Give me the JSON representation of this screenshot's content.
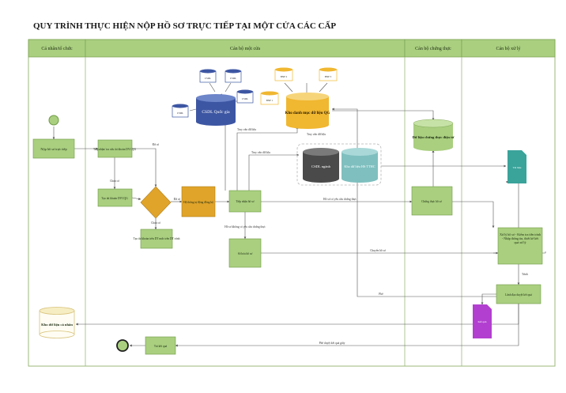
{
  "title": "QUY TRÌNH THỰC HIỆN NỘP HỒ SƠ TRỰC TIẾP TẠI MỘT CỬA CÁC CẤP",
  "lanes": [
    "Cá nhân/tổ chức",
    "Cán bộ một cửa",
    "Cán bộ chứng thực",
    "Cán bộ xử lý"
  ],
  "nodes": {
    "submit": "Nộp hồ sơ trực tiếp",
    "check_account": "Tiếp nhận/ tra cứu tài khoản DVCQG",
    "create_account": "Tạo tài khoản DVCQG",
    "citizen_gov": "Tạo tài khoản trên DT mức trên DT trình",
    "system_sync": "Hệ thống tự động đồng bộ",
    "receive": "Tiếp nhận hồ sơ",
    "digitize": "Số hóa hồ sơ",
    "csdl_qg": "CSDL Quốc gia",
    "kho_qg": "Kho danh mục dữ liệu QG",
    "csdl_nganh": "CSDL ngành",
    "kho_tthc": "Kho dữ liệu HS TTHC",
    "certified_data": "Dữ liệu chứng thực điện tử",
    "certify": "Chứng thực hồ sơ",
    "process": "Xử lý hồ sơ - Kiểm tra tiền trình - Nhập thông tin, thiết kế kết quả xử lý",
    "approve": "Lãnh đạo duyệt kết quả",
    "result_doc": "Kết quả",
    "personal_store": "Kho dữ liệu cá nhân",
    "return": "Trả kết quả",
    "doc_output": "Tài liệu",
    "db_a": "CSDL",
    "db_b": "CSDL",
    "db_c": "CSDL",
    "db_d": "CSDL",
    "bnp1": "BNP 1",
    "bnp2": "BNP 2",
    "bnp3": "BNP 3"
  },
  "edges": {
    "e1": "Đã có",
    "e2": "Chưa có",
    "e3": "Đã có",
    "e4": "Có",
    "e5": "Truy vấn dữ liệu",
    "e6": "Truy vấn dữ liệu",
    "e7": "Truy vấn dữ liệu",
    "e8": "Hồ sơ có yêu cầu chứng thực",
    "e9": "Hồ sơ không có yêu cầu chứng thực",
    "e10": "Chuyển hồ sơ",
    "e11": "Trình",
    "e12": "Phê",
    "e13": "Phê duyệt kết quả giấy"
  },
  "colors": {
    "box_fill": "#a9cf7f",
    "box_stroke": "#6f9a45",
    "decision": "#e1a42a",
    "db_orange": "#f0b730",
    "db_blue": "#3d56a3",
    "db_grey": "#4a4a4a",
    "db_teal": "#7fbfbf",
    "doc_teal": "#3aa39a",
    "doc_purple": "#b23fd0",
    "lane_header": "#a9cf7f"
  }
}
